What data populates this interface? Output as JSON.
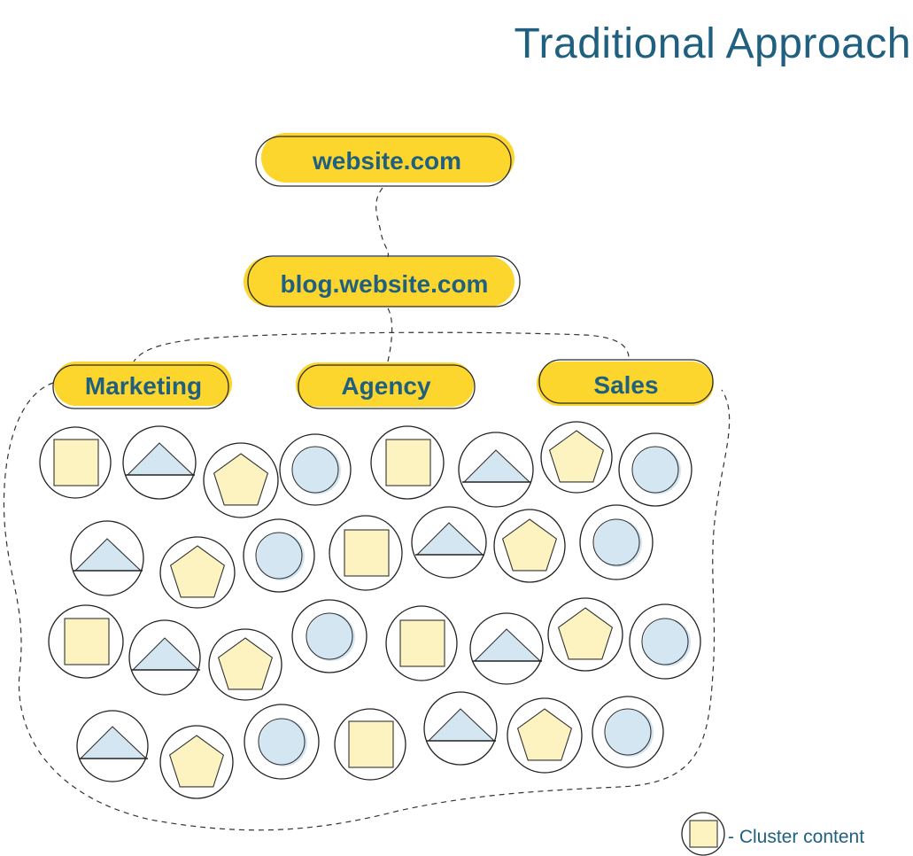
{
  "title": "Traditional Approach",
  "nodes": {
    "root": "website.com",
    "blog": "blog.website.com",
    "categories": [
      "Marketing",
      "Agency",
      "Sales"
    ]
  },
  "legend": {
    "label": "- Cluster content",
    "icon": "square-in-circle-icon"
  },
  "content_icons": {
    "shapes": [
      "square",
      "triangle",
      "pentagon",
      "circle"
    ],
    "rows": [
      [
        "square",
        "triangle",
        "pentagon",
        "circle",
        "square",
        "triangle",
        "pentagon",
        "circle"
      ],
      [
        "triangle",
        "pentagon",
        "circle",
        "square",
        "triangle",
        "pentagon",
        "circle"
      ],
      [
        "square",
        "triangle",
        "pentagon",
        "circle",
        "square",
        "triangle",
        "pentagon",
        "circle"
      ],
      [
        "triangle",
        "pentagon",
        "circle",
        "square",
        "triangle",
        "pentagon",
        "circle"
      ]
    ]
  },
  "colors": {
    "accent_yellow": "#fcd62c",
    "navy_text": "#1f5f7f",
    "shape_yellow": "#fdf3c0",
    "shape_blue": "#d4e6f2",
    "outline": "#222222"
  }
}
